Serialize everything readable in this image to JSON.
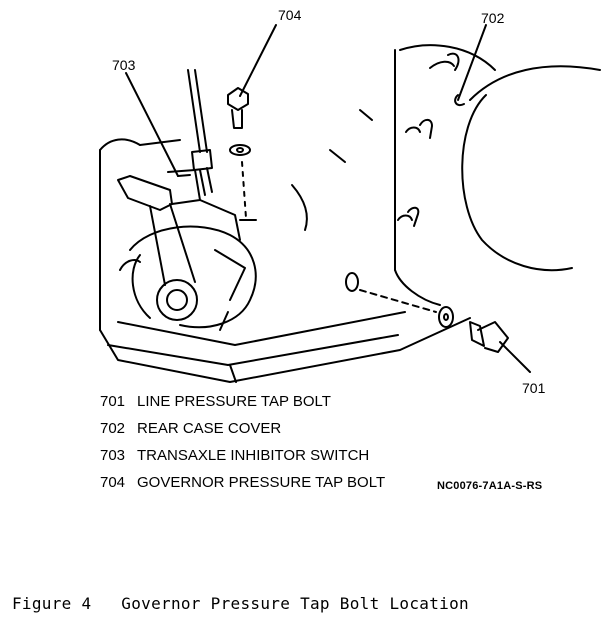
{
  "callouts": {
    "c701": "701",
    "c702": "702",
    "c703": "703",
    "c704": "704"
  },
  "legend": [
    {
      "num": "701",
      "text": "LINE PRESSURE TAP BOLT"
    },
    {
      "num": "702",
      "text": "REAR CASE COVER"
    },
    {
      "num": "703",
      "text": "TRANSAXLE INHIBITOR SWITCH"
    },
    {
      "num": "704",
      "text": "GOVERNOR PRESSURE TAP BOLT"
    }
  ],
  "drawing_code": "NC0076-7A1A-S-RS",
  "caption": {
    "label": "Figure 4",
    "title": "Governor Pressure Tap Bolt Location"
  }
}
